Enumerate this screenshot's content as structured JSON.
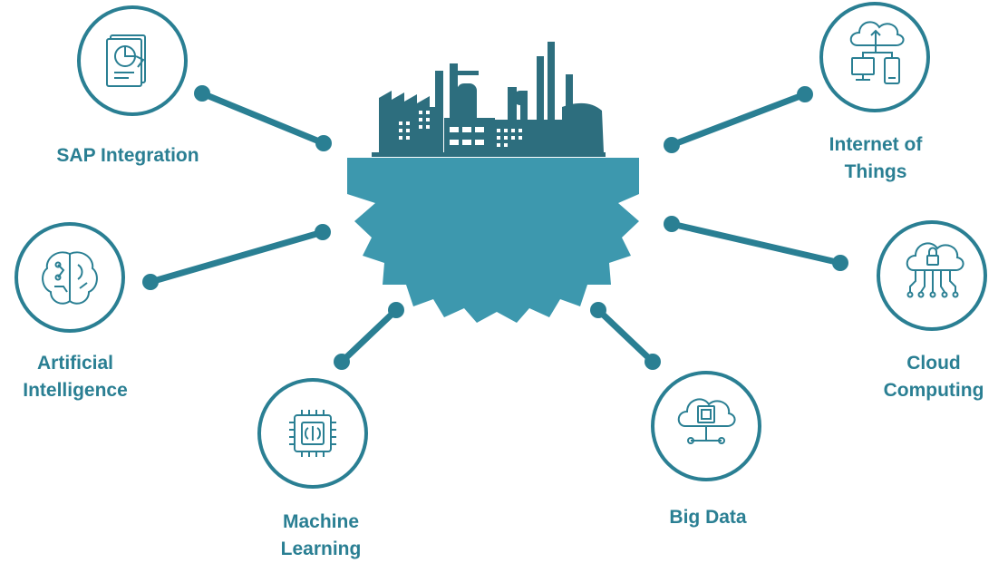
{
  "colors": {
    "primary": "#2a7f93",
    "gear": "#3d98ae",
    "factory": "#2d6e7e",
    "window": "#ffffff",
    "background": "#ffffff"
  },
  "center": {
    "icon": "factory-on-gear-icon"
  },
  "nodes": [
    {
      "id": "sap",
      "icon": "document-pie-chart-icon",
      "label_lines": [
        "SAP Integration"
      ]
    },
    {
      "id": "ai",
      "icon": "brain-circuit-icon",
      "label_lines": [
        "Artificial",
        "Intelligence"
      ]
    },
    {
      "id": "ml",
      "icon": "cpu-chip-icon",
      "label_lines": [
        "Machine",
        "Learning"
      ]
    },
    {
      "id": "bigdata",
      "icon": "cloud-database-icon",
      "label_lines": [
        "Big Data"
      ]
    },
    {
      "id": "cloud",
      "icon": "cloud-lock-network-icon",
      "label_lines": [
        "Cloud",
        "Computing"
      ]
    },
    {
      "id": "iot",
      "icon": "cloud-devices-icon",
      "label_lines": [
        "Internet of",
        "Things"
      ]
    }
  ]
}
